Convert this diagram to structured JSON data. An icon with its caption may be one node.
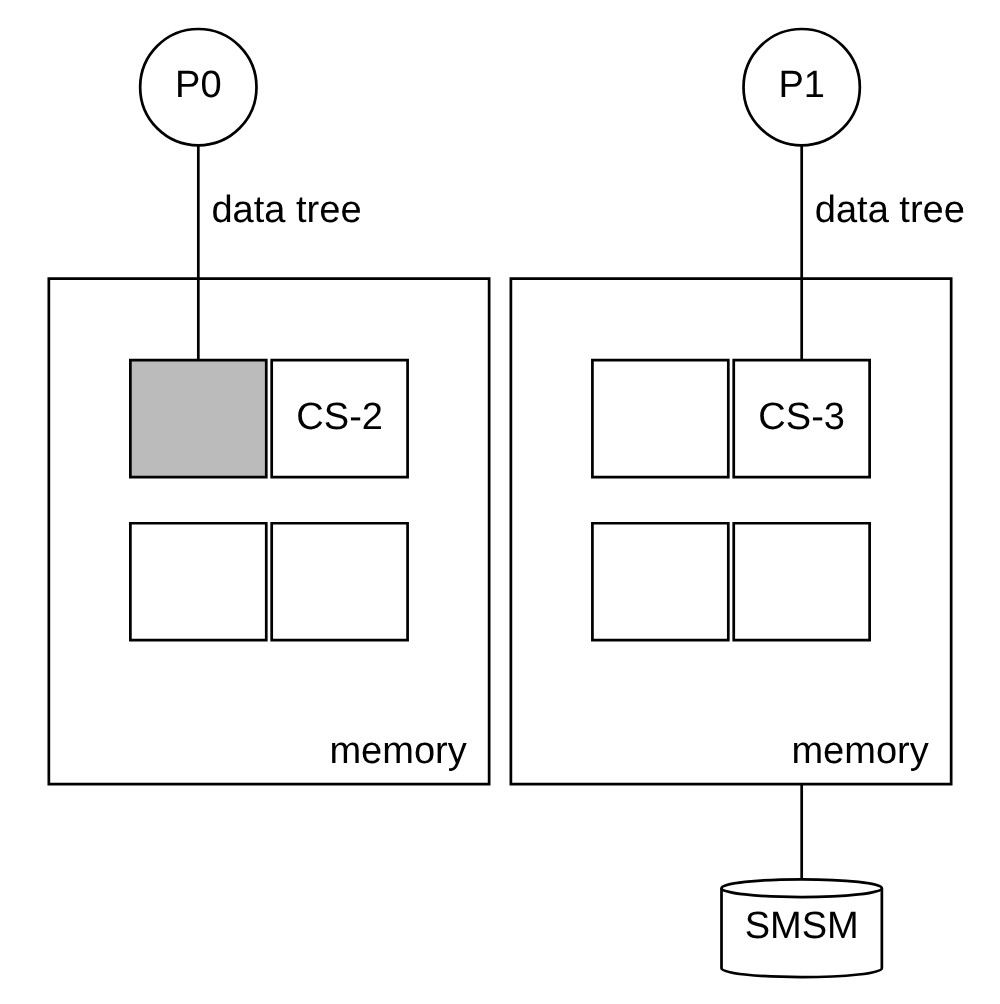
{
  "diagram": {
    "nodes": [
      {
        "text": [
          "P0"
        ]
      },
      {
        "text": [
          "P1"
        ]
      },
      {
        "text": [
          "memory"
        ]
      },
      {
        "text": [],
        "shape": "box",
        "in": 2
      },
      {
        "text": [
          "CS-2"
        ],
        "in": 2
      },
      {
        "text": [],
        "shape": "box",
        "in": 2
      },
      {
        "text": [],
        "shape": "box",
        "in": 2
      },
      {
        "text": [
          "memory"
        ]
      },
      {
        "text": [],
        "shape": "box",
        "in": 7
      },
      {
        "text": [
          "CS-3"
        ],
        "in": 7
      },
      {
        "text": [],
        "shape": "box",
        "in": 7
      },
      {
        "text": [],
        "shape": "box",
        "in": 7
      },
      {
        "text": [
          "SMSM"
        ]
      }
    ],
    "edges": [
      {
        "from": 0,
        "to": 3,
        "arrow": "none",
        "label": "data tree"
      },
      {
        "from": 1,
        "to": 9,
        "arrow": "none",
        "label": "data tree"
      },
      {
        "from": 7,
        "to": 12,
        "arrow": "none"
      }
    ]
  }
}
